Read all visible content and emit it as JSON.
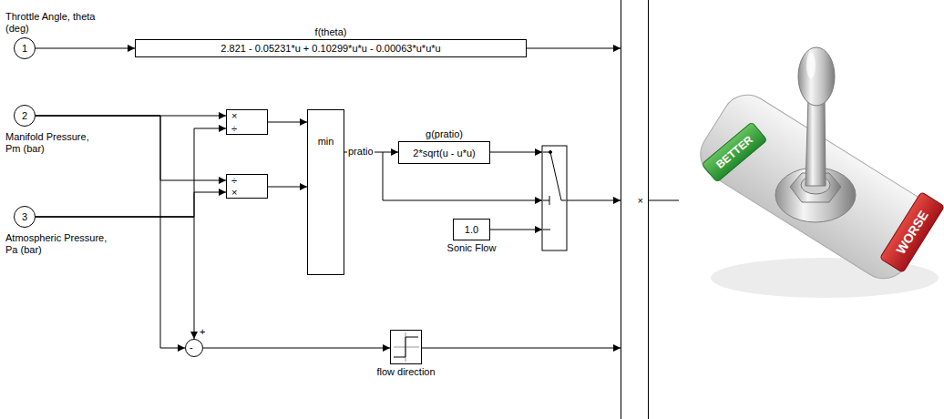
{
  "diagram": {
    "nodes": [
      {
        "text": [
          "1",
          "Throttle Angle, theta (deg)"
        ]
      },
      {
        "text": [
          "f(theta)",
          "2.821 - 0.05231*u + 0.10299*u*u - 0.00063*u*u*u"
        ]
      },
      {
        "text": [
          "2",
          "Manifold Pressure, Pm (bar)"
        ]
      },
      {
        "text": [
          "×",
          "÷"
        ]
      },
      {
        "text": [
          "min"
        ]
      },
      {
        "text": [
          "3",
          "Atmospheric Pressure, Pa (bar)"
        ]
      },
      {
        "text": [
          "÷",
          "×"
        ]
      },
      {
        "text": [
          "g(pratio)",
          "2*sqrt(u - u*u)"
        ]
      },
      {
        "text": [
          "1.0",
          "Sonic Flow"
        ]
      },
      {
        "text": [
          "+",
          "-"
        ]
      },
      {
        "text": [
          "flow direction"
        ]
      },
      {
        "text": [
          "×"
        ]
      }
    ],
    "edges": [
      {
        "from": 0,
        "to": 1,
        "arrow": "to"
      },
      {
        "from": 1,
        "to": 11,
        "arrow": "to"
      },
      {
        "from": 2,
        "to": 3,
        "arrow": "to"
      },
      {
        "from": 2,
        "to": 6,
        "arrow": "to"
      },
      {
        "from": 2,
        "to": 9,
        "arrow": "to"
      },
      {
        "from": 5,
        "to": 3,
        "arrow": "to"
      },
      {
        "from": 5,
        "to": 6,
        "arrow": "to"
      },
      {
        "from": 5,
        "to": 9,
        "arrow": "to"
      },
      {
        "from": 3,
        "to": 4,
        "arrow": "to"
      },
      {
        "from": 6,
        "to": 4,
        "arrow": "to"
      },
      {
        "from": 4,
        "to": 7,
        "label": "pratio",
        "arrow": "to"
      },
      {
        "from": 9,
        "to": 10,
        "arrow": "to"
      },
      {
        "from": 10,
        "to": 11,
        "arrow": "to"
      }
    ],
    "labels": [
      "BETTER",
      "WORSE"
    ]
  }
}
